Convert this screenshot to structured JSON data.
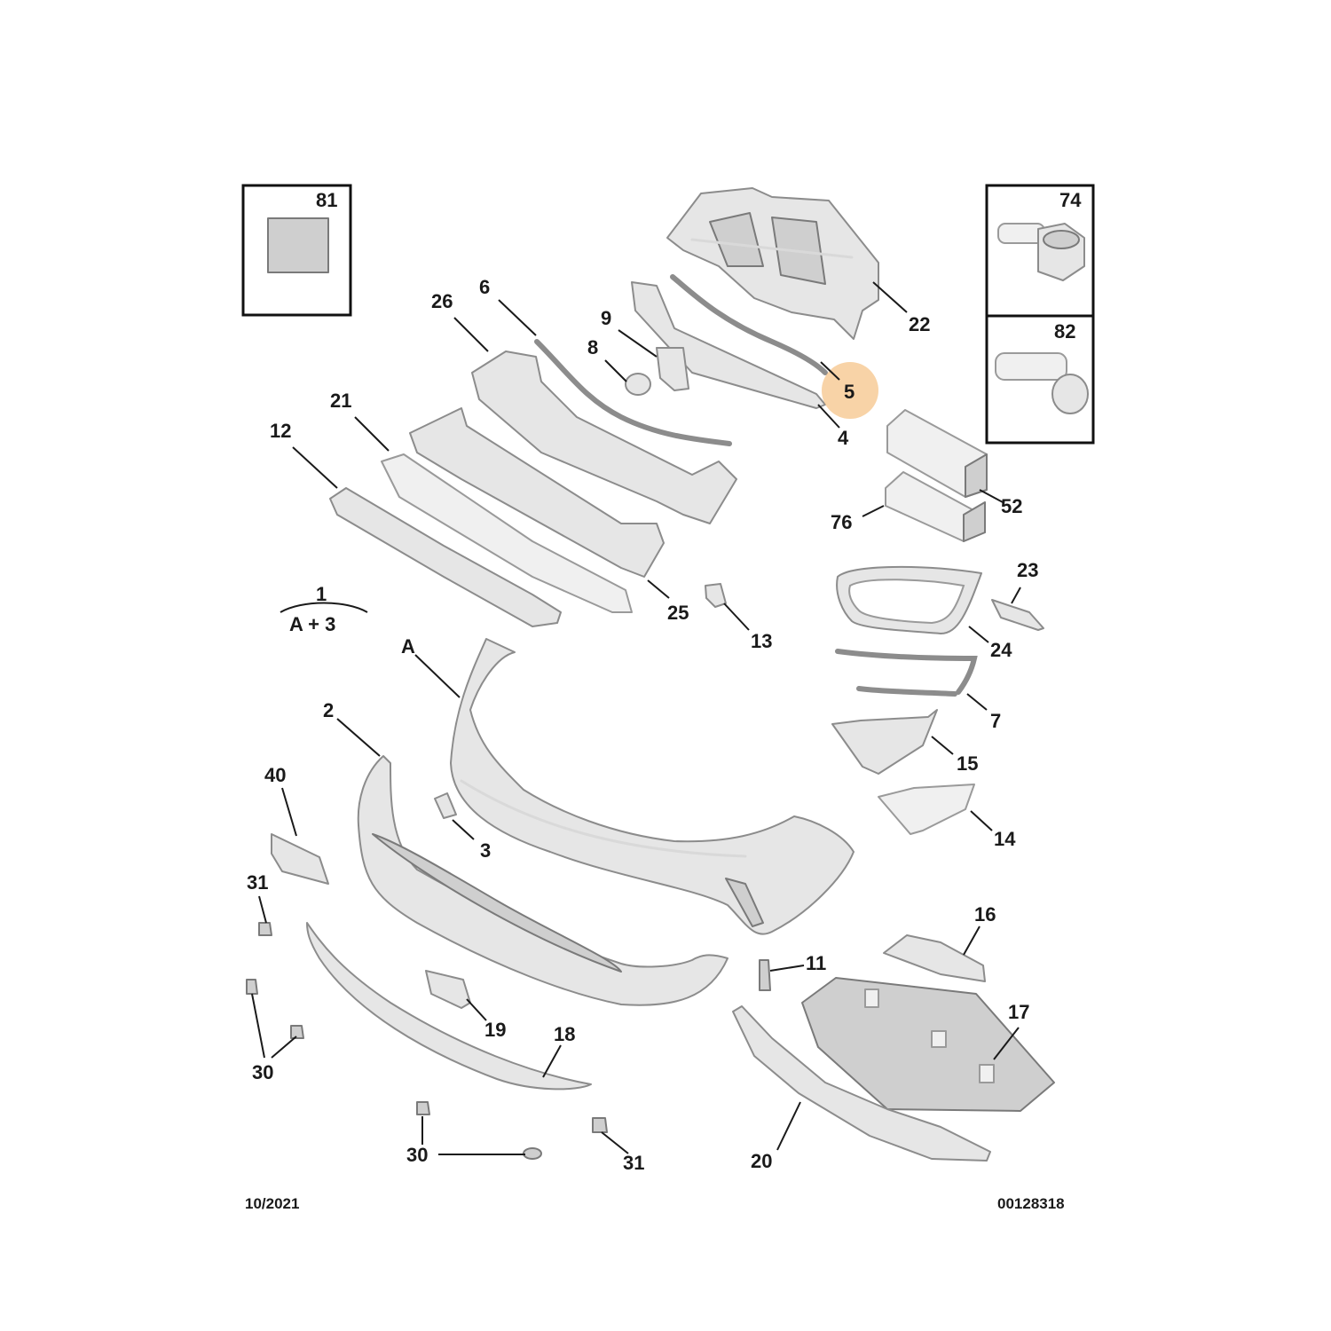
{
  "labels": {
    "l81": "81",
    "l74": "74",
    "l82": "82",
    "l22": "22",
    "l5": "5",
    "l4": "4",
    "l6": "6",
    "l26": "26",
    "l9": "9",
    "l8": "8",
    "l21": "21",
    "l12": "12",
    "l52": "52",
    "l76": "76",
    "l23": "23",
    "l24": "24",
    "l25": "25",
    "l13": "13",
    "l1": "1",
    "lA3": "A + 3",
    "lA": "A",
    "l7": "7",
    "l15": "15",
    "l2": "2",
    "l40": "40",
    "l3": "3",
    "l14": "14",
    "l31a": "31",
    "l16": "16",
    "l11": "11",
    "l17": "17",
    "l19": "19",
    "l18": "18",
    "l30a": "30",
    "l30b": "30",
    "l31b": "31",
    "l20": "20"
  },
  "footer": {
    "date": "10/2021",
    "ref": "00128318"
  },
  "highlight": {
    "part": "5",
    "color": "#f6c48a"
  }
}
